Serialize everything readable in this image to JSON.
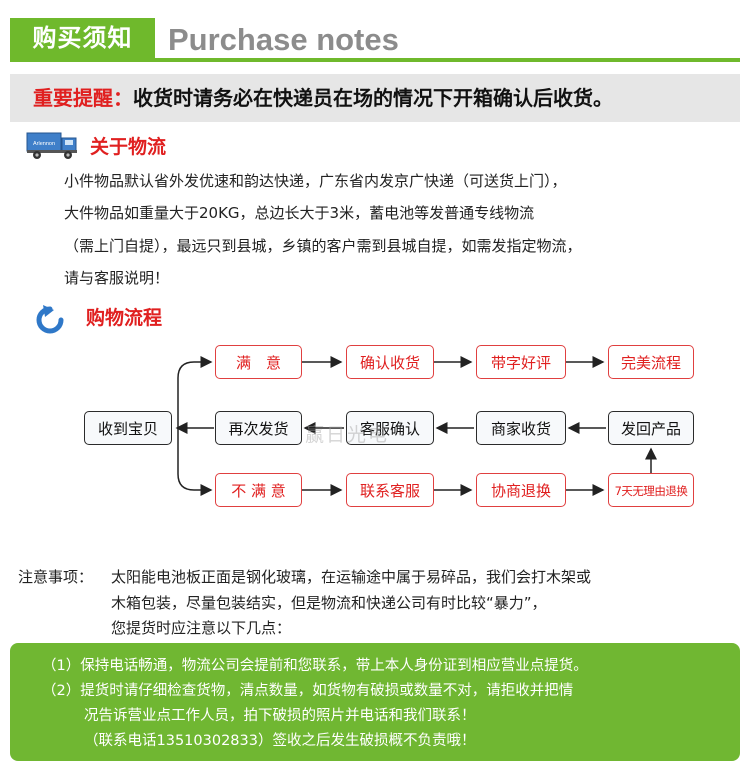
{
  "header": {
    "cn_title": "购买须知",
    "en_title": "Purchase notes"
  },
  "notice": {
    "label": "重要提醒：",
    "text": "收货时请务必在快递员在场的情况下开箱确认后收货。"
  },
  "logistics": {
    "title": "关于物流",
    "truck_label": "Arlennon",
    "lines": [
      "小件物品默认省外发优速和韵达快递，广东省内发京广快递（可送货上门），",
      "大件物品如重量大于20KG，总边长大于3米，蓄电池等发普通专线物流",
      "（需上门自提），最远只到县城，乡镇的客户需到县城自提，如需发指定物流，",
      "请与客服说明！"
    ]
  },
  "process": {
    "title": "购物流程",
    "start": "收到宝贝",
    "row_top": [
      "满　意",
      "确认收货",
      "带字好评",
      "完美流程"
    ],
    "row_mid": [
      "再次发货",
      "客服确认",
      "商家收货",
      "发回产品"
    ],
    "row_bot": [
      "不 满 意",
      "联系客服",
      "协商退换",
      "7天无理由退换"
    ],
    "watermark": "赢日光电"
  },
  "notes": {
    "label": "注意事项：",
    "lines": [
      "太阳能电池板正面是钢化玻璃，在运输途中属于易碎品，我们会打木架或",
      "木箱包装，尽量包装结实，但是物流和快递公司有时比较“暴力”，",
      "您提货时应注意以下几点："
    ]
  },
  "tips": {
    "lines": [
      "（1）保持电话畅通，物流公司会提前和您联系，带上本人身份证到相应营业点提货。",
      "（2）提货时请仔细检查货物，清点数量，如货物有破损或数量不对，请拒收并把情",
      "况告诉营业点工作人员，拍下破损的照片并电话和我们联系！",
      "（联系电话13510302833）签收之后发生破损概不负责哦！"
    ]
  },
  "colors": {
    "green": "#6fb92c",
    "red": "#e02020",
    "grey_text": "#8c8c8c"
  }
}
